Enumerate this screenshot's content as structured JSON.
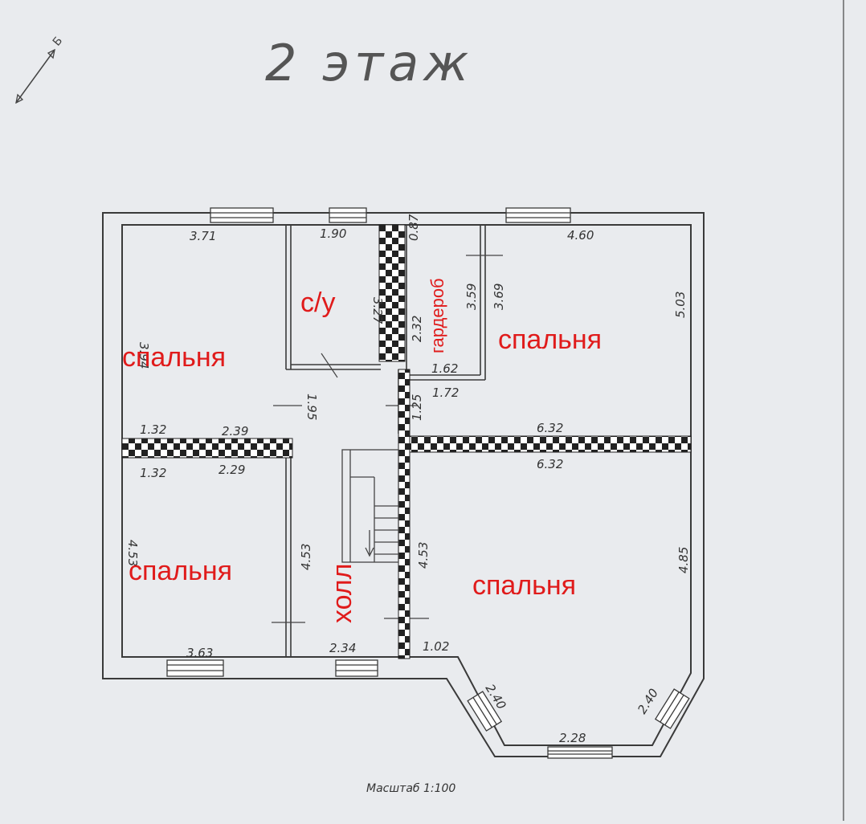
{
  "plan": {
    "title": "2 этаж",
    "scale_label": "Масштаб 1:100",
    "north_label": "Б",
    "colors": {
      "paper": "#e9ebee",
      "line": "#3a3a3a",
      "room_label": "#e01b1b"
    }
  },
  "rooms": {
    "bedroom_top_left": "спальня",
    "wc": "с/у",
    "wardrobe": "гардероб",
    "bedroom_top_right": "спальня",
    "bedroom_bottom_left": "спальня",
    "hall": "холл",
    "bedroom_bottom_right": "спальня"
  },
  "dimensions": {
    "d371": "3.71",
    "d190": "1.90",
    "d087": "0.87",
    "d460": "4.60",
    "d394": "3.94",
    "d327": "3.27",
    "d232": "2.32",
    "d359": "3.59",
    "d369": "3.69",
    "d503": "5.03",
    "d162": "1.62",
    "d172": "1.72",
    "d195": "1.95",
    "d125": "1.25",
    "d132a": "1.32",
    "d239": "2.39",
    "d632a": "6.32",
    "d132b": "1.32",
    "d229": "2.29",
    "d632b": "6.32",
    "d453l": "4.53",
    "d453a": "4.53",
    "d453b": "4.53",
    "d485": "4.85",
    "d363": "3.63",
    "d234": "2.34",
    "d102": "1.02",
    "d240l": "2.40",
    "d240r": "2.40",
    "d228": "2.28"
  }
}
